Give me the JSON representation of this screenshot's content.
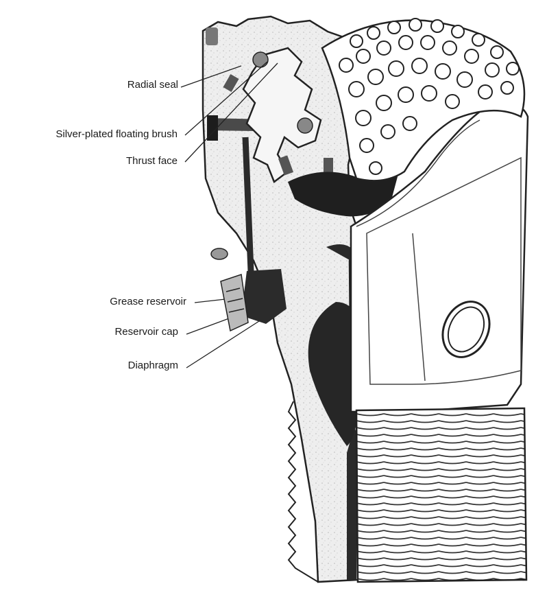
{
  "labels": {
    "radial_seal": "Radial seal",
    "floating_bush": "Silver-plated floating brush",
    "thrust_face": "Thrust face",
    "grease_reservoir": "Grease reservoir",
    "reservoir_cap": "Reservoir cap",
    "diaphragm": "Diaphragm"
  }
}
